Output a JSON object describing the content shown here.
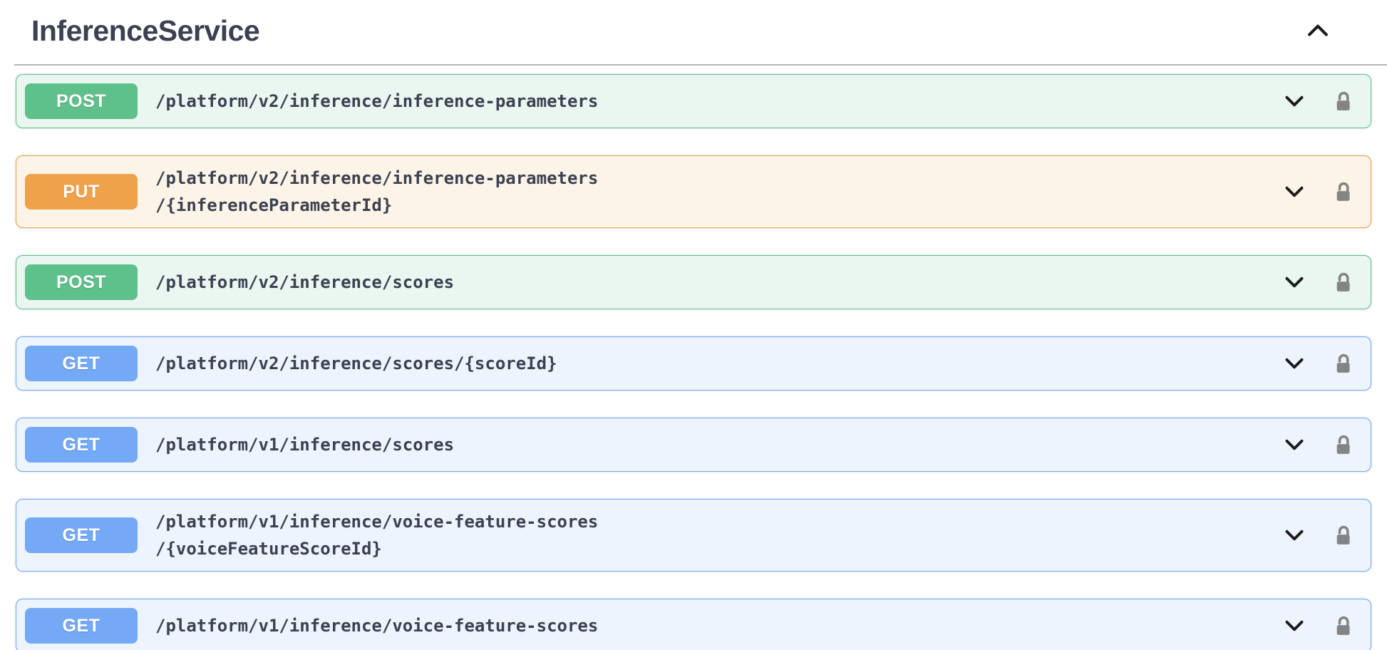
{
  "section": {
    "title": "InferenceService",
    "collapsed": false
  },
  "colors": {
    "text": "#3b4151",
    "post": "#5ec08b",
    "post_bg": "#eaf6f0",
    "put": "#f0a24a",
    "put_bg": "#fdf4e8",
    "get": "#74a9f5",
    "get_bg": "#edf4fd",
    "lock": "#848484",
    "chevron": "#1b1b1b",
    "divider": "#b6b6b6"
  },
  "operations": [
    {
      "method": "POST",
      "path_lines": [
        "/platform/v2/inference/inference-parameters"
      ],
      "auth_locked": false
    },
    {
      "method": "PUT",
      "path_lines": [
        "/platform/v2/inference/inference-parameters",
        "/{inferenceParameterId}"
      ],
      "auth_locked": false
    },
    {
      "method": "POST",
      "path_lines": [
        "/platform/v2/inference/scores"
      ],
      "auth_locked": false
    },
    {
      "method": "GET",
      "path_lines": [
        "/platform/v2/inference/scores/{scoreId}"
      ],
      "auth_locked": false
    },
    {
      "method": "GET",
      "path_lines": [
        "/platform/v1/inference/scores"
      ],
      "auth_locked": false
    },
    {
      "method": "GET",
      "path_lines": [
        "/platform/v1/inference/voice-feature-scores",
        "/{voiceFeatureScoreId}"
      ],
      "auth_locked": false
    },
    {
      "method": "GET",
      "path_lines": [
        "/platform/v1/inference/voice-feature-scores"
      ],
      "auth_locked": false
    }
  ]
}
